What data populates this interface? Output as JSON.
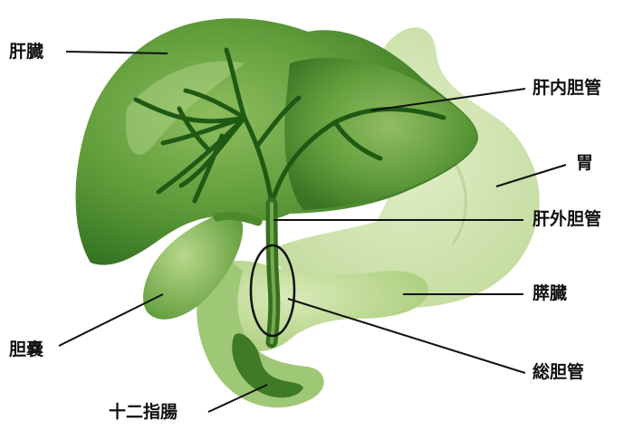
{
  "diagram": {
    "labels": {
      "liver": "肝臓",
      "intrahepatic_bile_duct": "肝内胆管",
      "stomach": "胃",
      "extrahepatic_bile_duct": "肝外胆管",
      "pancreas": "膵臓",
      "gallbladder": "胆嚢",
      "common_bile_duct": "総胆管",
      "duodenum": "十二指腸"
    },
    "colors": {
      "liver_dark": "#2f6e1e",
      "liver_mid": "#5c9a38",
      "liver_light": "#a8cc78",
      "stomach": "#d4e6b4",
      "pancreas": "#b8d790",
      "duodenum_dark": "#3f7a26",
      "duct": "#1f5a14",
      "leader_line": "#111111"
    }
  }
}
